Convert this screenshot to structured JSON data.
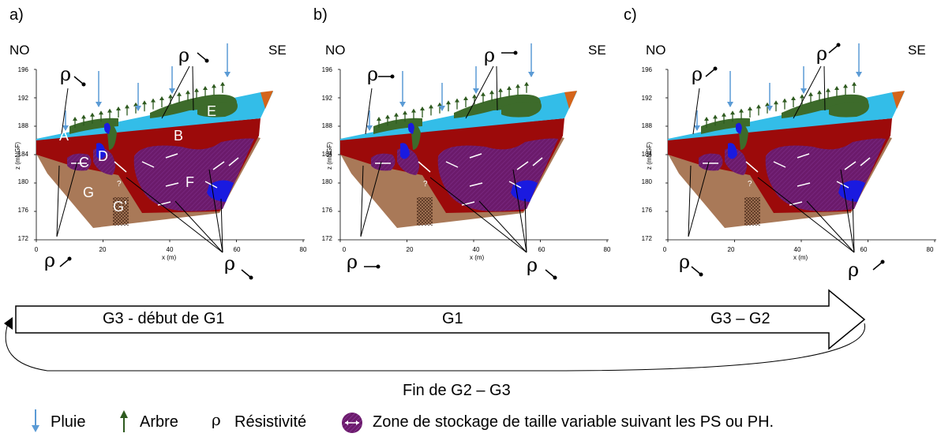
{
  "panels": [
    {
      "letter": "a)",
      "left_dir": "NO",
      "right_dir": "SE",
      "rho_labels": [
        "ρ",
        "ρ",
        "ρ",
        "ρ"
      ],
      "zone_labels": [
        "A",
        "B",
        "C",
        "D",
        "E",
        "F",
        "G",
        "G’"
      ],
      "question_marks": [
        "?"
      ]
    },
    {
      "letter": "b)",
      "left_dir": "NO",
      "right_dir": "SE",
      "rho_labels": [
        "ρ",
        "ρ",
        "ρ",
        "ρ"
      ],
      "question_marks": [
        "?"
      ]
    },
    {
      "letter": "c)",
      "left_dir": "NO",
      "right_dir": "SE",
      "rho_labels": [
        "ρ",
        "ρ",
        "ρ",
        "ρ"
      ],
      "question_marks": [
        "?"
      ]
    }
  ],
  "axes": {
    "y_label": "z (mNGF)",
    "x_label": "x (m)",
    "y_ticks": [
      "196",
      "192",
      "188",
      "184",
      "180",
      "176",
      "172"
    ],
    "x_ticks": [
      "0",
      "20",
      "40",
      "60",
      "80"
    ]
  },
  "timeline": {
    "labels": [
      "G3 - début de G1",
      "G1",
      "G3 – G2"
    ],
    "return_label": "Fin de G2 – G3"
  },
  "legend": {
    "rain": "Pluie",
    "tree": "Arbre",
    "rho_symbol": "ρ",
    "resistivity": "Résistivité",
    "storage": "Zone de stockage de taille variable suivant les PS ou PH."
  },
  "colors": {
    "water": "#33bde8",
    "clay_red": "#9c0a0a",
    "purple": "#6b1a6b",
    "brown": "#a97958",
    "green": "#3d6b2b",
    "blue": "#1a1ae0",
    "orange": "#d4641a",
    "rain_arrow": "#5b9bd5",
    "tree_arrow": "#2e5a1f"
  }
}
